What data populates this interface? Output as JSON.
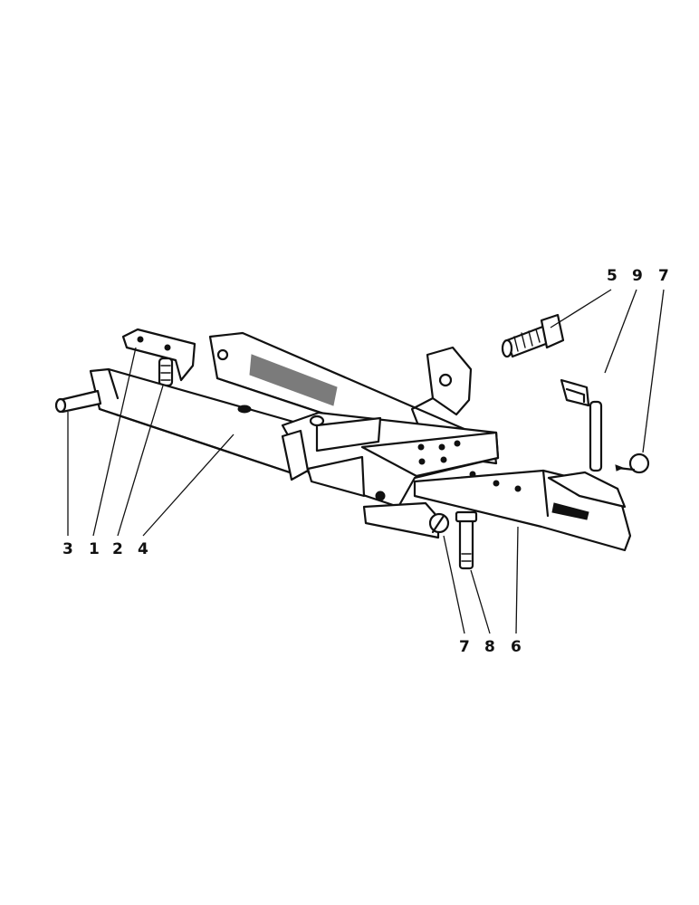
{
  "callouts": {
    "c1": "3",
    "c2": "1",
    "c3": "2",
    "c4": "4",
    "c5": "5",
    "c6": "9",
    "c7": "7",
    "c8": "7",
    "c9": "8",
    "c10": "6"
  }
}
